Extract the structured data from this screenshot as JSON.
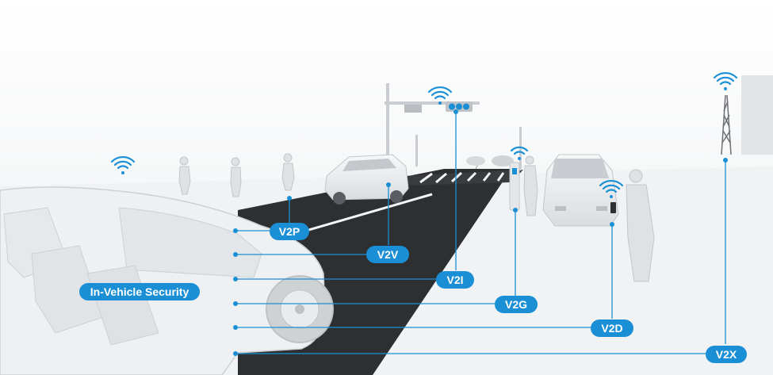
{
  "colors": {
    "accent": "#1a8fd6",
    "road": "#2e2f31",
    "background": "#f4f5f6"
  },
  "labels": {
    "v2p": "V2P",
    "v2v": "V2V",
    "v2i": "V2I",
    "v2g": "V2G",
    "v2d": "V2D",
    "v2x": "V2X",
    "in_vehicle_security": "In-Vehicle Security"
  },
  "icons": [
    "wifi-signal-icon",
    "traffic-light-icon",
    "cell-tower-icon"
  ]
}
